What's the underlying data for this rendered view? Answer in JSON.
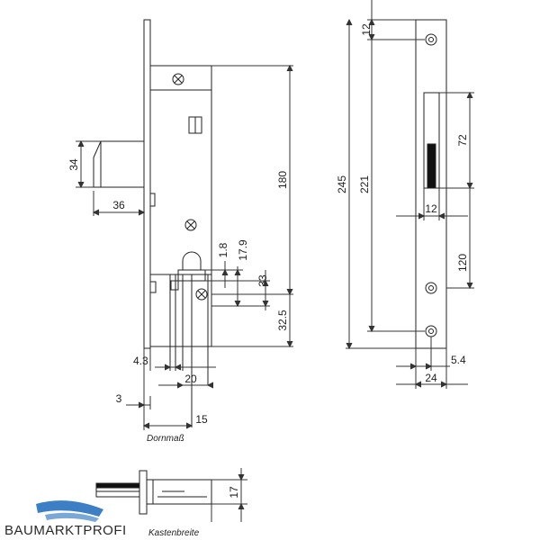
{
  "dimensions": {
    "top_12": "12",
    "faceplate_245": "245",
    "faceplate_221": "221",
    "strike_72": "72",
    "strike_12": "12",
    "strike_120": "120",
    "plate_5_4": "5.4",
    "plate_24": "24",
    "bolt_34": "34",
    "bolt_36": "36",
    "case_180": "180",
    "cyl_1_8": "1.8",
    "cyl_17_9": "17.9",
    "cyl_33": "33",
    "bottom_32_5": "32.5",
    "left_4_3": "4.3",
    "width_20": "20",
    "left_3": "3",
    "width_15": "15",
    "height_17": "17"
  },
  "captions": {
    "backset": "Dornmaß",
    "case_width": "Kastenbreite"
  },
  "logo": {
    "text": "BAUMARKTPROFI",
    "accent": "#3d7fc4"
  },
  "colors": {
    "line": "#222222",
    "dim_line": "#333333",
    "fill": "#111111"
  }
}
